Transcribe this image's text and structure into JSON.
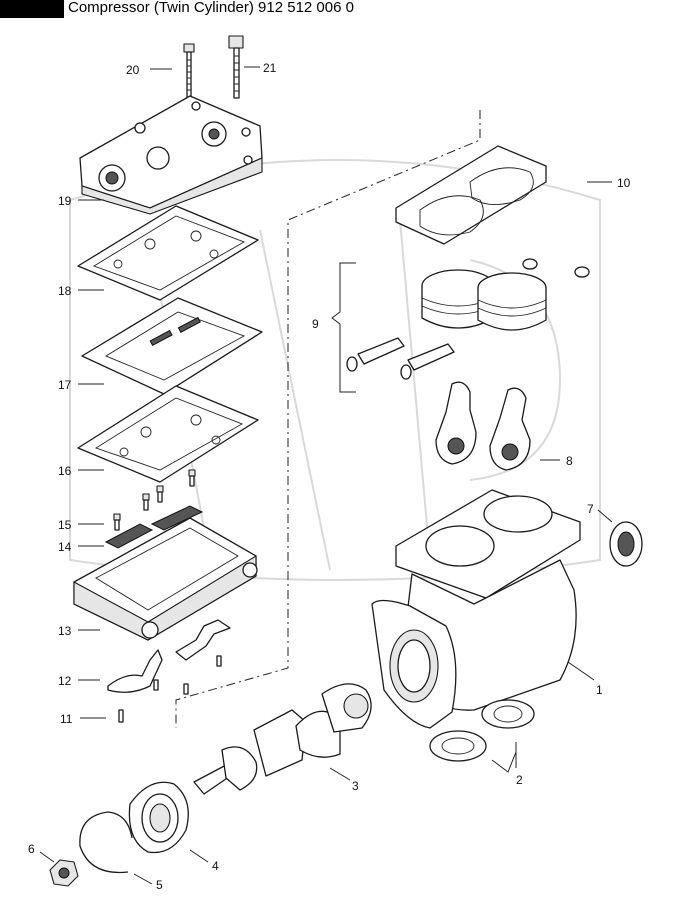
{
  "title": {
    "text": "Compressor (Twin Cylinder) 912 512 006 0"
  },
  "callouts": {
    "c1": "1",
    "c2": "2",
    "c3": "3",
    "c4": "4",
    "c5": "5",
    "c6": "6",
    "c7": "7",
    "c8": "8",
    "c9": "9",
    "c10": "10",
    "c11": "11",
    "c12": "12",
    "c13": "13",
    "c14": "14",
    "c15": "15",
    "c16": "16",
    "c17": "17",
    "c18": "18",
    "c19": "19",
    "c20": "20",
    "c21": "21"
  }
}
